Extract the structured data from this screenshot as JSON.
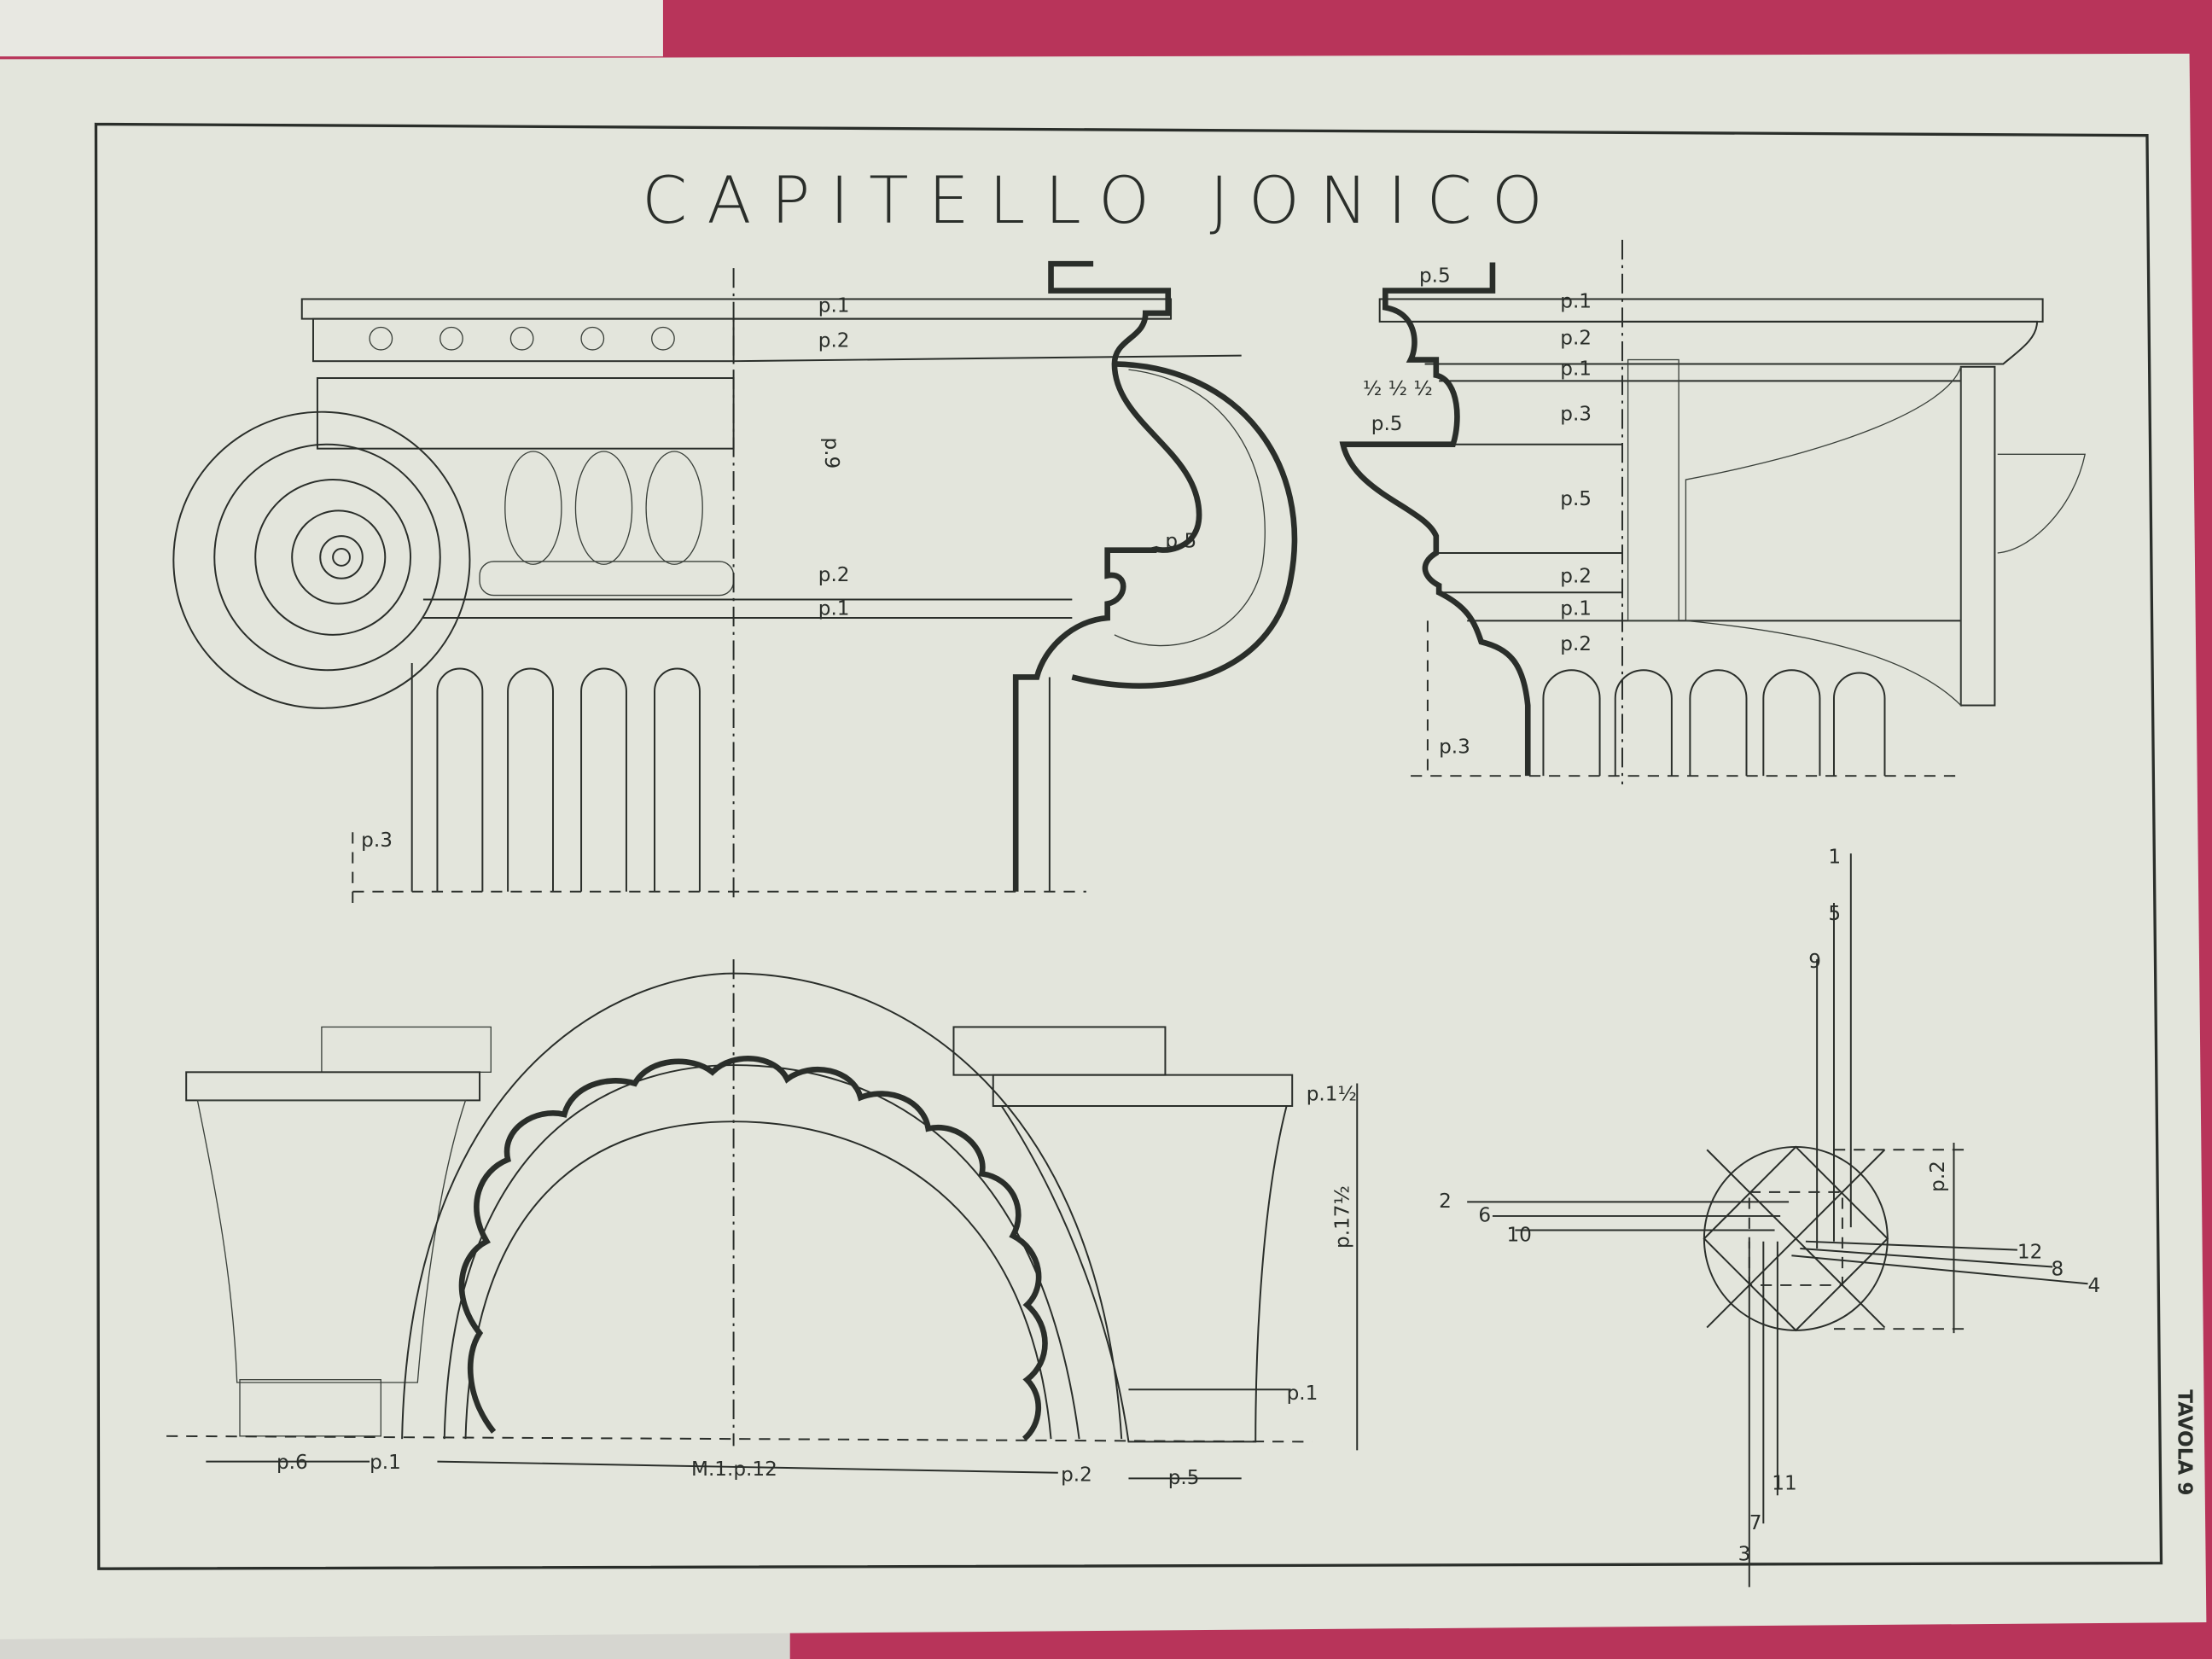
{
  "plate": {
    "title": "CAPITELLO JONICO",
    "plate_number": "TAVOLA 9",
    "colors": {
      "paper": "#e3e5dc",
      "ink": "#2a2e2a",
      "background": "#b8345a"
    }
  },
  "front_elevation": {
    "labels": [
      "p.1",
      "p.2",
      "p.9",
      "p.5",
      "p.2",
      "p.1",
      "p.3"
    ]
  },
  "side_elevation": {
    "labels": [
      "p.5",
      "p.1",
      "p.2",
      "p.1",
      "p.3",
      "p.5",
      "p.2",
      "p.1",
      "p.2",
      "p.5",
      "½ ½ ½",
      "p.3"
    ]
  },
  "plan": {
    "labels": [
      "p.1½",
      "p.17½",
      "p.1",
      "p.6",
      "p.1",
      "M.1.p.12",
      "p.2",
      "p.5"
    ]
  },
  "volute_construction": {
    "numbers": [
      "1",
      "2",
      "3",
      "4",
      "5",
      "6",
      "7",
      "8",
      "9",
      "10",
      "11",
      "12"
    ],
    "dimension": "p.2"
  }
}
